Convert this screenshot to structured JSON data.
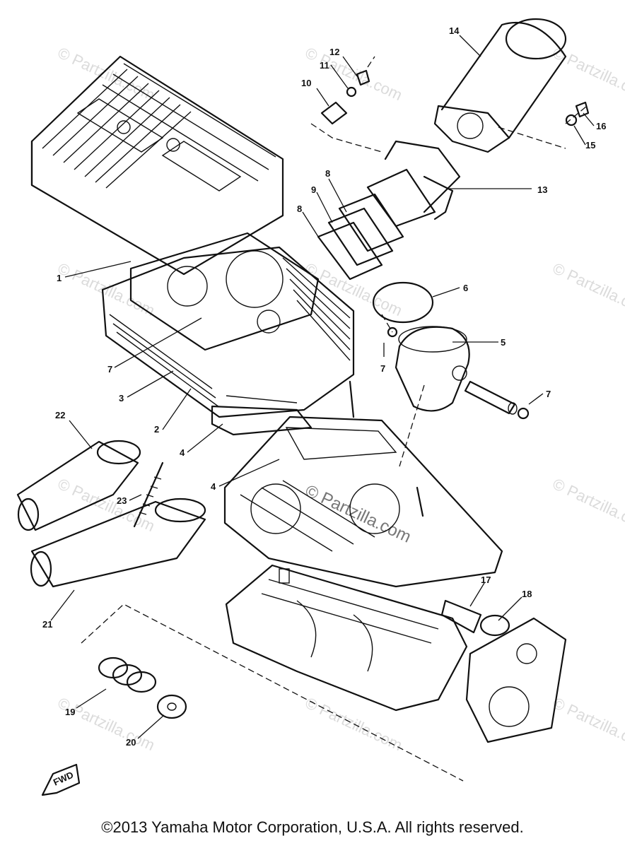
{
  "callouts": [
    "1",
    "2",
    "3",
    "4",
    "4",
    "5",
    "6",
    "7",
    "7",
    "7",
    "8",
    "8",
    "9",
    "10",
    "11",
    "12",
    "13",
    "14",
    "15",
    "16",
    "17",
    "18",
    "19",
    "20",
    "21",
    "22",
    "23"
  ],
  "watermark": "© Partzilla.com",
  "fwd_label": "FWD",
  "copyright": "©2013  Yamaha Motor Corporation, U.S.A. All rights reserved."
}
